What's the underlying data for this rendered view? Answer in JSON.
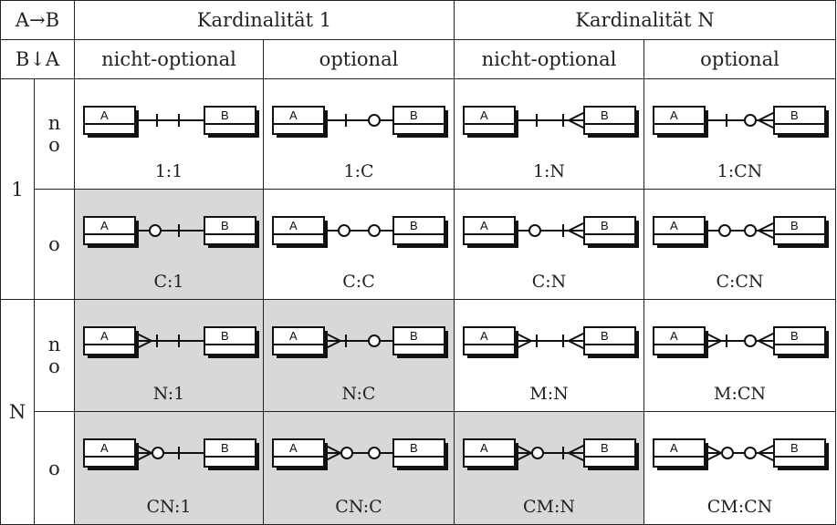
{
  "corner": {
    "top": "A→B",
    "bottom": "B↓A"
  },
  "group_headers": [
    "Kardinalität 1",
    "Kardinalität N"
  ],
  "sub_headers": [
    "nicht-optional",
    "optional",
    "nicht-optional",
    "optional"
  ],
  "row_groups": [
    "1",
    "N"
  ],
  "row_subs": [
    "n\no",
    "o",
    "n\no",
    "o"
  ],
  "cells": [
    [
      {
        "label": "1:1",
        "shaded": false,
        "left": "one",
        "right": "one"
      },
      {
        "label": "1:C",
        "shaded": false,
        "left": "one",
        "right": "circle"
      },
      {
        "label": "1:N",
        "shaded": false,
        "left": "one",
        "right": "crow"
      },
      {
        "label": "1:CN",
        "shaded": false,
        "left": "one",
        "right": "circle-crow"
      }
    ],
    [
      {
        "label": "C:1",
        "shaded": true,
        "left": "circle",
        "right": "one"
      },
      {
        "label": "C:C",
        "shaded": false,
        "left": "circle",
        "right": "circle"
      },
      {
        "label": "C:N",
        "shaded": false,
        "left": "circle",
        "right": "crow"
      },
      {
        "label": "C:CN",
        "shaded": false,
        "left": "circle",
        "right": "circle-crow"
      }
    ],
    [
      {
        "label": "N:1",
        "shaded": true,
        "left": "crow",
        "right": "one"
      },
      {
        "label": "N:C",
        "shaded": true,
        "left": "crow",
        "right": "circle"
      },
      {
        "label": "M:N",
        "shaded": false,
        "left": "crow",
        "right": "crow"
      },
      {
        "label": "M:CN",
        "shaded": false,
        "left": "crow",
        "right": "circle-crow"
      }
    ],
    [
      {
        "label": "CN:1",
        "shaded": true,
        "left": "crow-circle",
        "right": "one"
      },
      {
        "label": "CN:C",
        "shaded": true,
        "left": "crow-circle",
        "right": "circle"
      },
      {
        "label": "CM:N",
        "shaded": true,
        "left": "crow-circle",
        "right": "crow"
      },
      {
        "label": "CM:CN",
        "shaded": false,
        "left": "crow-circle",
        "right": "circle-crow"
      }
    ]
  ],
  "entity_a": "A",
  "entity_b": "B"
}
